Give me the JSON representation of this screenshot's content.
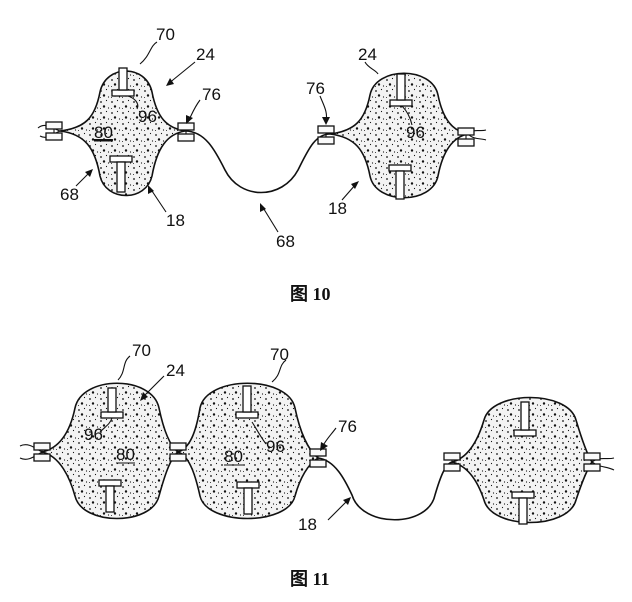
{
  "figures": [
    {
      "caption": "图 10",
      "labels": {
        "l70": "70",
        "l24a": "24",
        "l76a": "76",
        "l96a": "96",
        "l80": "80",
        "l68a": "68",
        "l18a": "18",
        "l68b": "68",
        "l24b": "24",
        "l76b": "76",
        "l96b": "96",
        "l18b": "18"
      }
    },
    {
      "caption": "图 11",
      "labels": {
        "l70a": "70",
        "l24": "24",
        "l70b": "70",
        "l96a": "96",
        "l80a": "80",
        "l96b": "96",
        "l80b": "80",
        "l76": "76",
        "l18": "18"
      }
    }
  ]
}
